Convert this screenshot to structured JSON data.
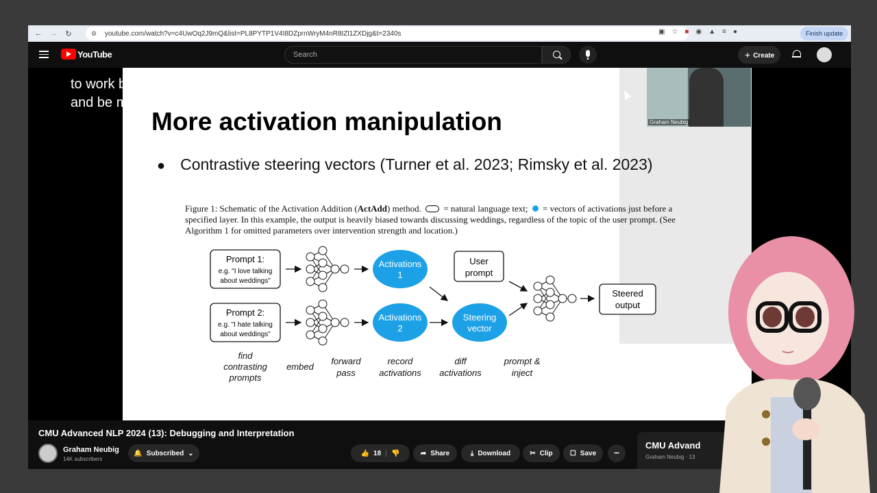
{
  "browser": {
    "url": "youtube.com/watch?v=c4UwOq2J9mQ&list=PL8PYTP1V4I8DZprnWryM4nR8IZl1ZXDjg&t=2340s",
    "finish_update": "Finish update"
  },
  "header": {
    "logo_text": "YouTube",
    "search_placeholder": "Search",
    "create_label": "Create"
  },
  "video": {
    "caption_line1": "to work better and be more General um",
    "caption_line2": "and be more",
    "camera_name": "Graham Neubig",
    "slide": {
      "title": "More activation manipulation",
      "bullet": "Contrastive steering vectors (Turner et al. 2023; Rimsky et al. 2023)",
      "figure_caption_part1": "Figure 1: Schematic of the Activation Addition (",
      "figure_caption_bold": "ActAdd",
      "figure_caption_part2": ") method.",
      "figure_caption_part3": "= natural language text;",
      "figure_caption_part4": "= vectors of activations just before a specified layer. In this example, the output is heavily biased towards discussing weddings, regardless of the topic of the user prompt. (See Algorithm 1 for omitted parameters over intervention strength and location.)",
      "prompt1_title": "Prompt 1:",
      "prompt1_line1": "e.g. \"I love talking",
      "prompt1_line2": "about weddings\"",
      "prompt2_title": "Prompt 2:",
      "prompt2_line1": "e.g. \"I hate talking",
      "prompt2_line2": "about weddings\"",
      "activations1_line1": "Activations",
      "activations1_line2": "1",
      "activations2_line1": "Activations",
      "activations2_line2": "2",
      "user_prompt_line1": "User",
      "user_prompt_line2": "prompt",
      "steering_line1": "Steering",
      "steering_line2": "vector",
      "steered_line1": "Steered",
      "steered_line2": "output",
      "step1_line1": "find",
      "step1_line2": "contrasting",
      "step1_line3": "prompts",
      "step2": "embed",
      "step3_line1": "forward",
      "step3_line2": "pass",
      "step4_line1": "record",
      "step4_line2": "activations",
      "step5_line1": "diff",
      "step5_line2": "activations",
      "step6_line1": "prompt &",
      "step6_line2": "inject",
      "accent_color": "#1da1e6"
    }
  },
  "below": {
    "title": "CMU Advanced NLP 2024 (13): Debugging and Interpretation",
    "channel_name": "Graham Neubig",
    "subscribers": "14K subscribers",
    "subscribed_label": "Subscribed",
    "like_count": "18",
    "share_label": "Share",
    "download_label": "Download",
    "clip_label": "Clip",
    "save_label": "Save",
    "more_label": "•••",
    "side_card_title": "CMU Advand",
    "side_card_sub": "Graham Neubig · 13"
  }
}
